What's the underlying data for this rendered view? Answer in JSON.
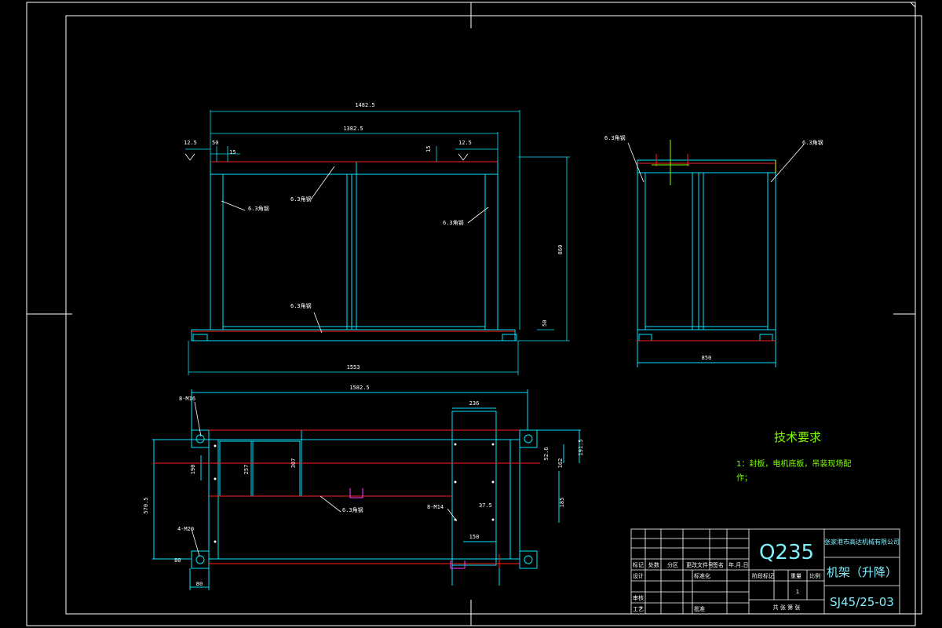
{
  "dims": {
    "front_overall_top": "1482.5",
    "front_inner_top": "1382.5",
    "front_left_small": "12.5",
    "front_right_small": "12.5",
    "front_50": "50",
    "front_15": "15",
    "front_15b": "15",
    "front_height": "860",
    "front_base_h": "50",
    "front_bottom": "1553",
    "side_bottom": "850",
    "plan_top": "1582.5",
    "plan_236": "236",
    "plan_bolt_label_a": "8-M16",
    "plan_bolt_label_b": "4-M20",
    "plan_bolt_label_c": "8-M14",
    "plan_190": "190",
    "plan_257": "257",
    "plan_307": "307",
    "plan_left_total": "570.5",
    "plan_80": "80",
    "plan_right_1": "52.6",
    "plan_right_2": "191.5",
    "plan_right_3": "162",
    "plan_right_4": "185",
    "plan_37_5": "37.5",
    "plan_150": "150",
    "plan_80b": "80"
  },
  "welds": {
    "w1": "6.3角钢",
    "w2": "6.3角钢",
    "w3": "6.3角钢",
    "w4": "6.3角钢",
    "w5": "6.3角钢",
    "w6": "6.3角钢",
    "w7": "6.3角钢"
  },
  "notes": {
    "title": "技术要求",
    "line1": "1：封板，电机底板，吊装现场配",
    "line2": "作；"
  },
  "title_block": {
    "material": "Q235",
    "company": "张家港市高达机械有限公司",
    "part_name": "机架（升降）",
    "drawing_no": "SJ45/25-03",
    "col_labels": [
      "标记",
      "处数",
      "分区",
      "更改文件号",
      "签名",
      "年.月.日"
    ],
    "row_design": "设计",
    "row_std": "标准化",
    "row_check": "审核",
    "row_process": "工艺",
    "row_approve": "批准",
    "stage": "阶段标记",
    "weight": "重量",
    "scale": "比例",
    "scale_value": "1",
    "sheet_text": "共  张  第  张"
  }
}
